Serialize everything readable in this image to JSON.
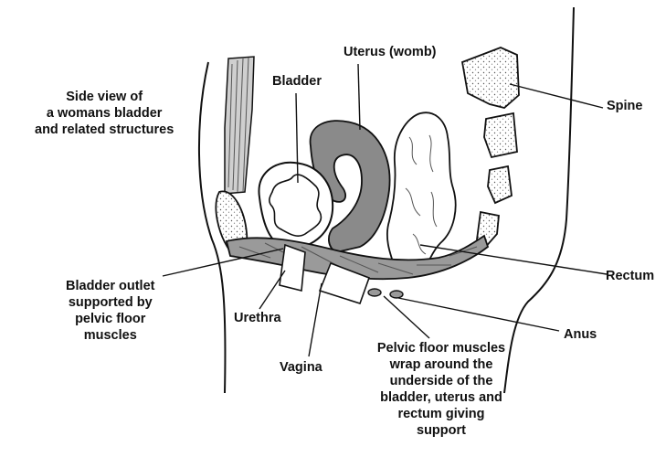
{
  "title_lines": [
    "Side view of",
    "a womans bladder",
    "and related structures"
  ],
  "labels": {
    "bladder": "Bladder",
    "uterus": "Uterus (womb)",
    "spine": "Spine",
    "rectum": "Rectum",
    "anus": "Anus",
    "urethra": "Urethra",
    "vagina": "Vagina",
    "bladder_outlet": [
      "Bladder outlet",
      "supported by",
      "pelvic floor",
      "muscles"
    ],
    "pelvic_floor": [
      "Pelvic floor muscles",
      "wrap around the",
      "underside of the",
      "bladder, uterus and",
      "rectum giving",
      "support"
    ]
  },
  "colors": {
    "ink": "#111111",
    "uterus_fill": "#8a8a8a",
    "muscle_fill": "#9a9a9a",
    "stipple_fill": "#e9e9e9"
  }
}
